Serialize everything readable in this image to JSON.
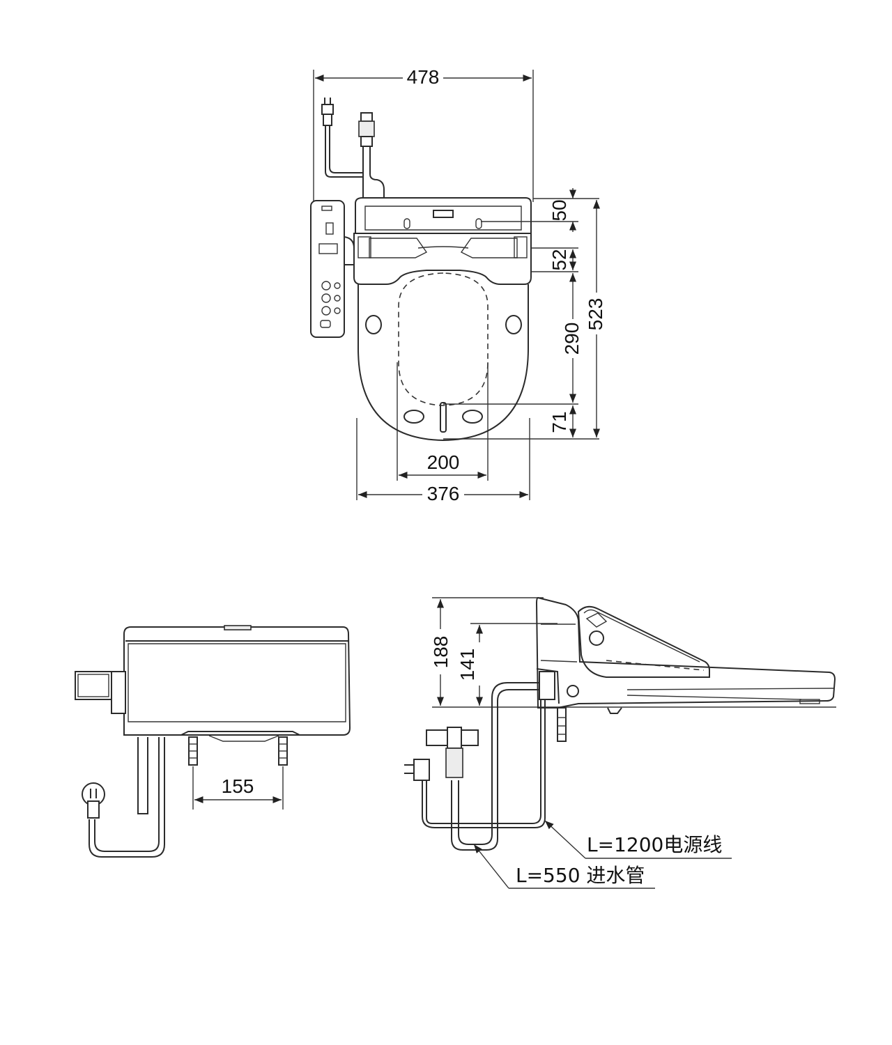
{
  "top_view": {
    "dims": {
      "overall_width": "478",
      "body_width": "376",
      "hole_spacing": "200",
      "total_length": "523",
      "rear_offset": "50",
      "hinge_depth": "52",
      "opening_length": "290",
      "front_offset": "71"
    }
  },
  "rear_view": {
    "dims": {
      "fitting_spacing": "155"
    }
  },
  "side_view": {
    "dims": {
      "overall_height": "188",
      "body_height": "141"
    },
    "notes": {
      "power_cord": "L=1200电源线",
      "water_hose": "L=550 进水管"
    }
  },
  "colors": {
    "line": "#2b2b2b",
    "background": "#ffffff"
  }
}
